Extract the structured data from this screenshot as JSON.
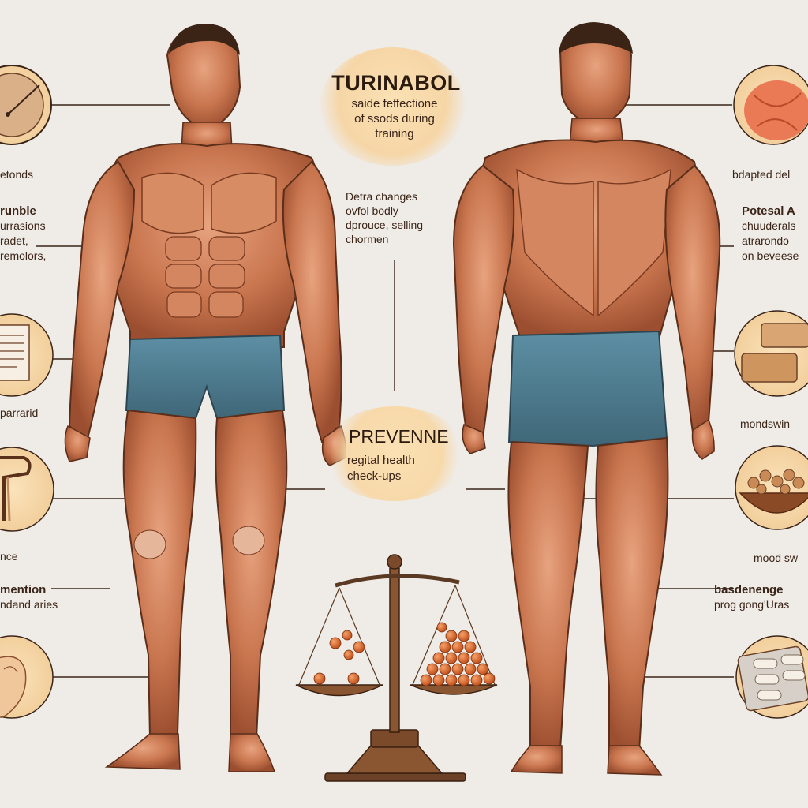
{
  "title": {
    "heading": "TURINABOL",
    "lines": [
      "saide feffectione",
      "of ssods during",
      "training"
    ]
  },
  "middle_note": {
    "lines": [
      "Detra changes",
      "ovfol bodly",
      "dprouce, selling",
      "chormen"
    ]
  },
  "prevention": {
    "heading": "PREVENNE",
    "lines": [
      "regital health",
      "check-ups"
    ]
  },
  "left_labels": [
    {
      "id": "l1",
      "lines": [
        "etonds"
      ]
    },
    {
      "id": "l2",
      "lines": [
        "runble",
        "urrasions",
        "radet,",
        "remolors,"
      ]
    },
    {
      "id": "l3",
      "lines": [
        "parrarid"
      ]
    },
    {
      "id": "l4",
      "lines": [
        "nce"
      ]
    },
    {
      "id": "l5",
      "lines": [
        "mention",
        "ndand aries"
      ]
    }
  ],
  "right_labels": [
    {
      "id": "r1",
      "lines": [
        "bdapted del"
      ]
    },
    {
      "id": "r2",
      "lines": [
        "Potesal A",
        "chuuderals",
        "atrarondo",
        "on beveese"
      ]
    },
    {
      "id": "r3",
      "lines": [
        "mondswin"
      ]
    },
    {
      "id": "r4",
      "lines": [
        "mood sw"
      ]
    },
    {
      "id": "r5",
      "lines": [
        "basdenenge",
        "prog gong'Uras"
      ]
    }
  ],
  "icons": {
    "left": [
      "clock-icon",
      "document-icon",
      "stethoscope-icon",
      "organ-icon"
    ],
    "right": [
      "meat-slice-icon",
      "soap-bars-icon",
      "nuts-bowl-icon",
      "pill-blister-icon"
    ],
    "center": "balance-scale-icon"
  },
  "colors": {
    "background": "#efebe6",
    "skin": "#c9764f",
    "skin_dark": "#9c4f30",
    "shorts": "#4f7f94",
    "bubble": "#f8dbaa",
    "pills": "#d9642a"
  }
}
